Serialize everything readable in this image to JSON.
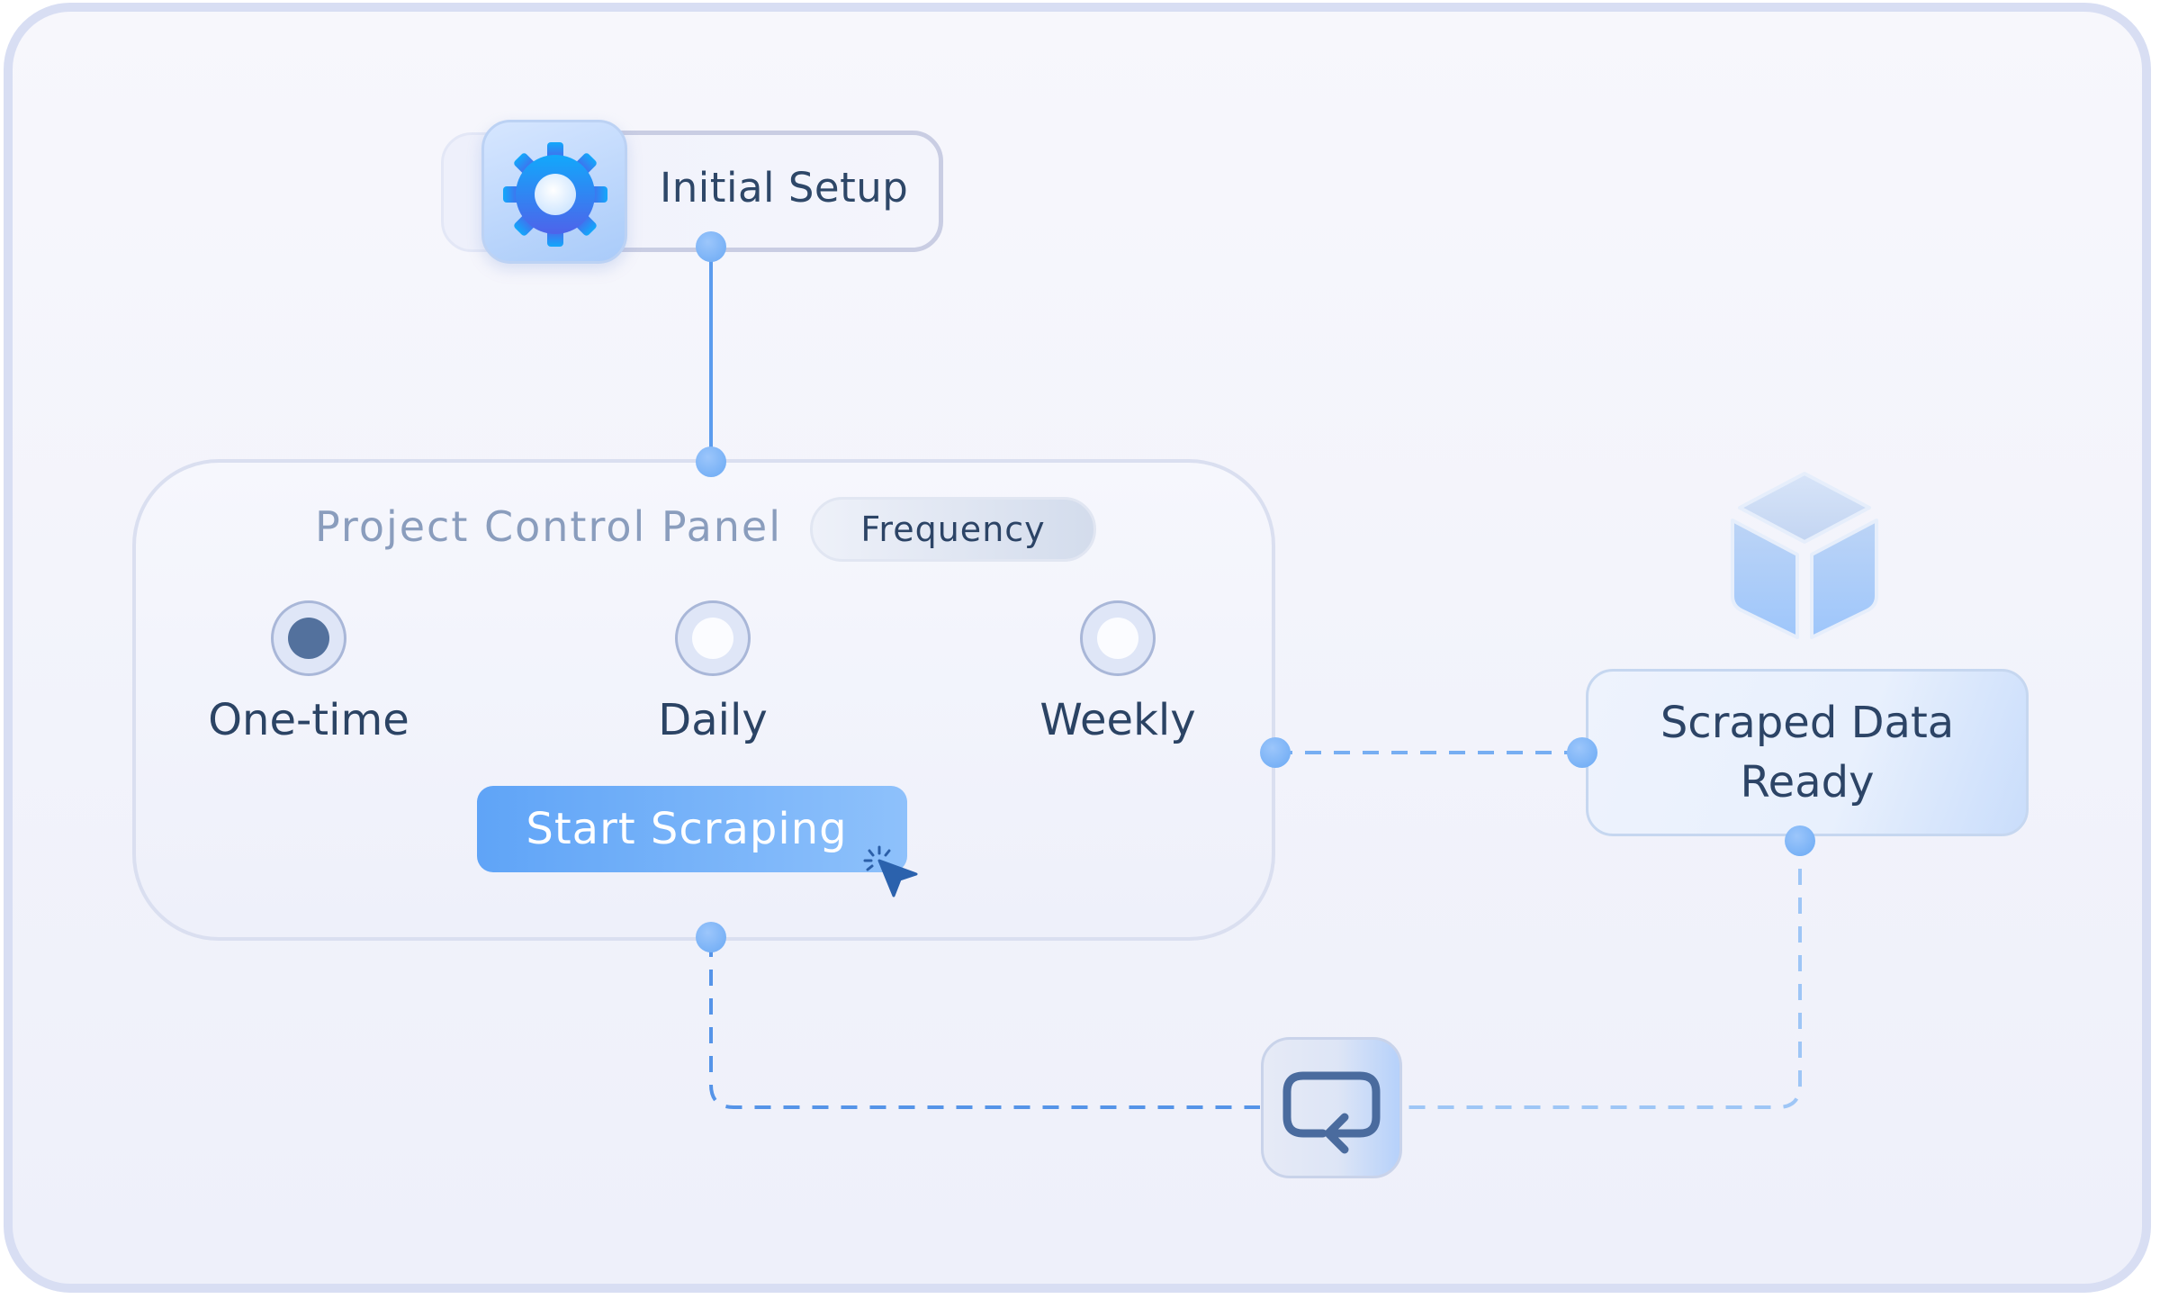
{
  "setup": {
    "label": "Initial Setup"
  },
  "panel": {
    "title": "Project Control Panel",
    "frequency_label": "Frequency",
    "options": [
      {
        "label": "One-time",
        "selected": true
      },
      {
        "label": "Daily",
        "selected": false
      },
      {
        "label": "Weekly",
        "selected": false
      }
    ],
    "start_button": "Start Scraping"
  },
  "output": {
    "label_line1": "Scraped Data",
    "label_line2": "Ready"
  },
  "icons": {
    "setup": "gear-icon",
    "output": "cube-icon",
    "loop": "loop-icon",
    "cursor": "cursor-click-icon"
  },
  "colors": {
    "accent": "#5fa4f7",
    "connector": "#6aa9f4",
    "text_dark": "#2c4466",
    "text_muted": "#8a9dbd"
  }
}
